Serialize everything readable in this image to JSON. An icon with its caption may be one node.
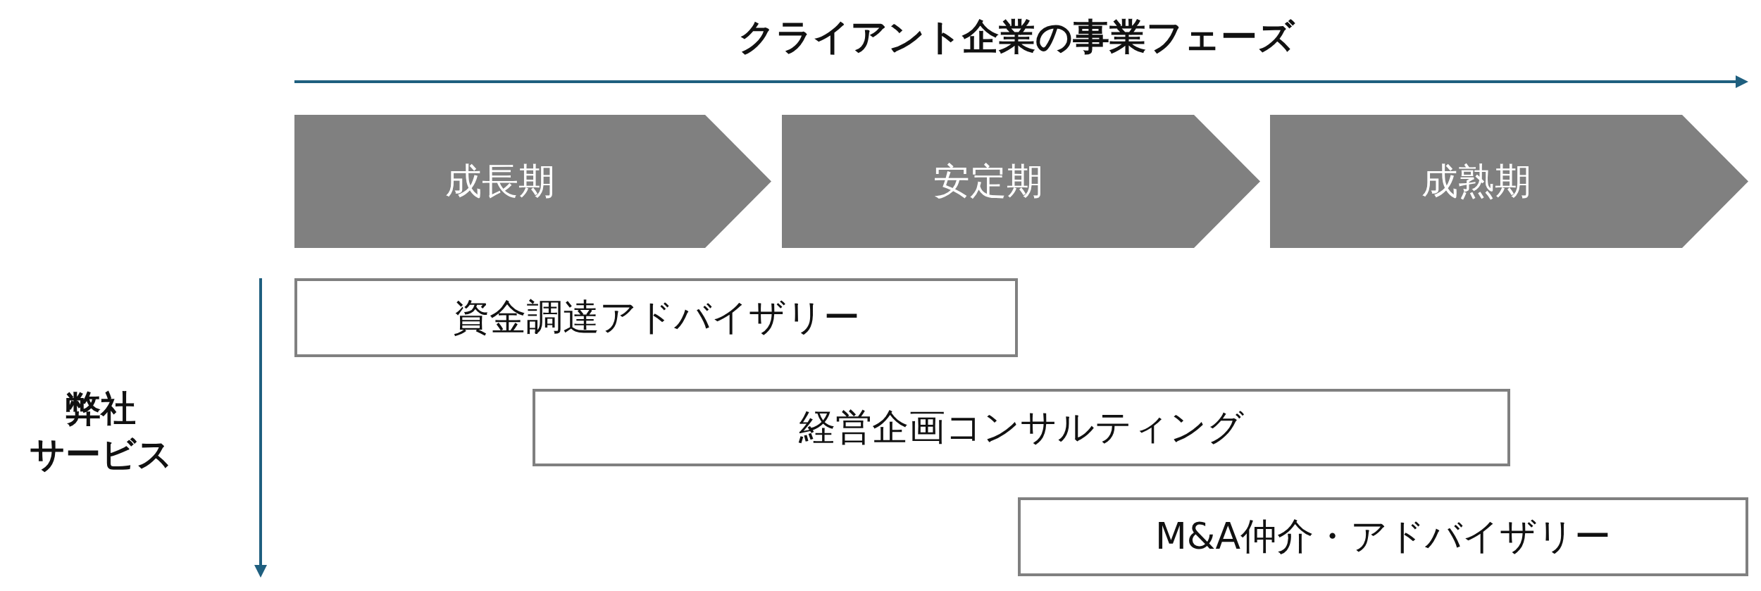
{
  "diagram": {
    "title": "クライアント企業の事業フェーズ",
    "nodes": [
      {
        "text": [
          "成長期"
        ]
      },
      {
        "text": [
          "安定期"
        ]
      },
      {
        "text": [
          "成熟期"
        ]
      },
      {
        "text": [
          "資金調達アドバイザリー"
        ]
      },
      {
        "text": [
          "経営企画コンサルティング"
        ]
      },
      {
        "text": [
          "M&A仲介・アドバイザリー"
        ]
      }
    ],
    "labels": [
      "弊社",
      "サービス"
    ]
  }
}
